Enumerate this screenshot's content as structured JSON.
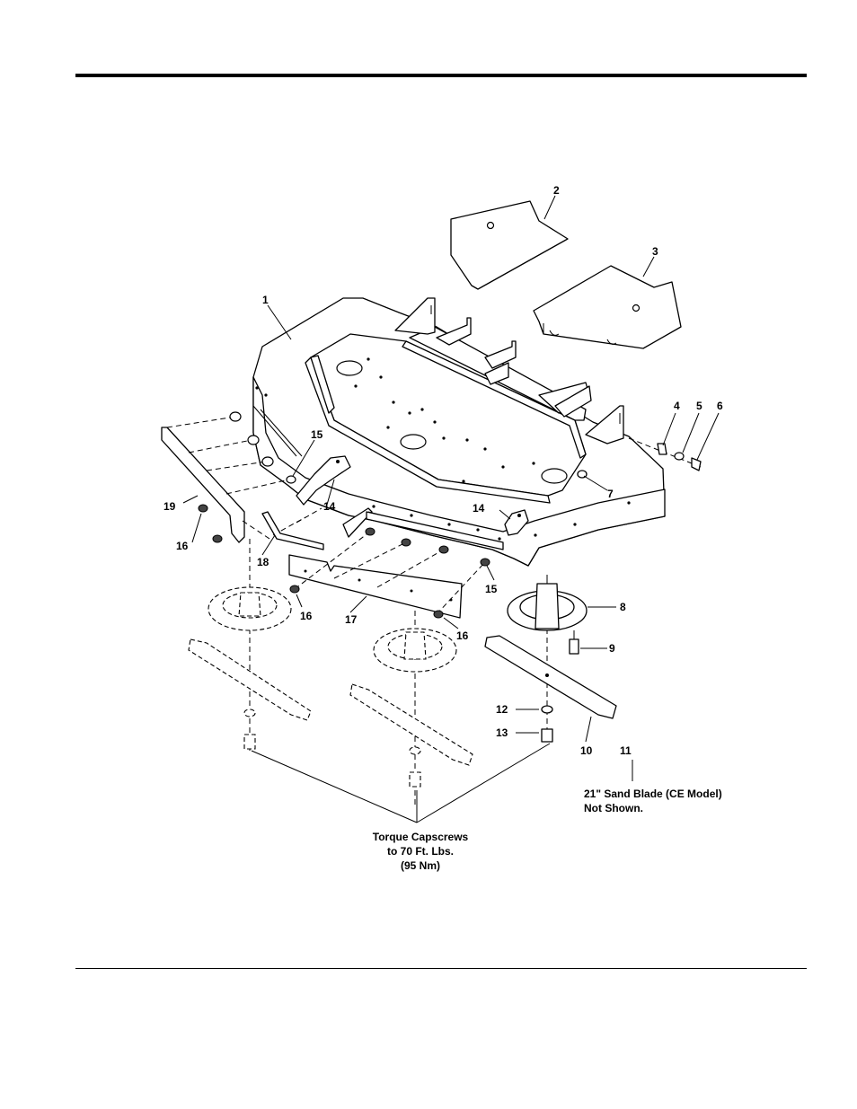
{
  "callouts": [
    {
      "id": "c1",
      "text": "1"
    },
    {
      "id": "c2",
      "text": "2"
    },
    {
      "id": "c3",
      "text": "3"
    },
    {
      "id": "c4",
      "text": "4"
    },
    {
      "id": "c5",
      "text": "5"
    },
    {
      "id": "c6",
      "text": "6"
    },
    {
      "id": "c7",
      "text": "7"
    },
    {
      "id": "c8",
      "text": "8"
    },
    {
      "id": "c9",
      "text": "9"
    },
    {
      "id": "c10",
      "text": "10"
    },
    {
      "id": "c11",
      "text": "11"
    },
    {
      "id": "c12",
      "text": "12"
    },
    {
      "id": "c13",
      "text": "13"
    },
    {
      "id": "c14a",
      "text": "14"
    },
    {
      "id": "c14b",
      "text": "14"
    },
    {
      "id": "c15a",
      "text": "15"
    },
    {
      "id": "c15b",
      "text": "15"
    },
    {
      "id": "c16a",
      "text": "16"
    },
    {
      "id": "c16b",
      "text": "16"
    },
    {
      "id": "c16c",
      "text": "16"
    },
    {
      "id": "c17",
      "text": "17"
    },
    {
      "id": "c18",
      "text": "18"
    },
    {
      "id": "c19",
      "text": "19"
    }
  ],
  "notes": {
    "sand_blade_line1": "21\" Sand Blade (CE Model)",
    "sand_blade_line2": "Not Shown.",
    "torque_line1": "Torque Capscrews",
    "torque_line2": "to 70 Ft. Lbs.",
    "torque_line3": "(95 Nm)"
  }
}
